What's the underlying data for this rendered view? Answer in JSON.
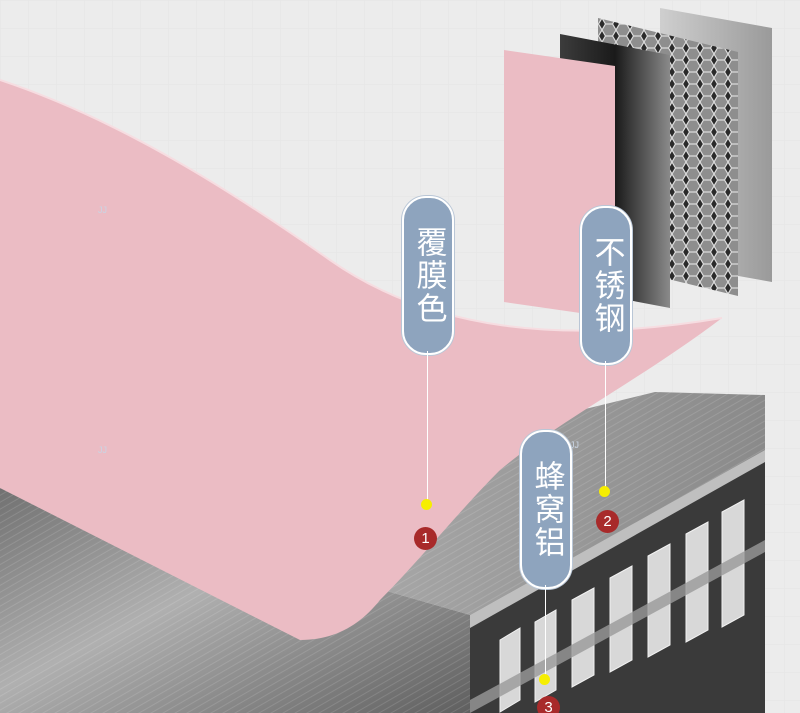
{
  "callouts": [
    {
      "label": "覆膜色",
      "number": "1"
    },
    {
      "label": "不锈钢",
      "number": "2"
    },
    {
      "label": "蜂窝铝",
      "number": "3"
    }
  ],
  "watermark": "JJ",
  "colors": {
    "film": "#ebbcc4",
    "callout_fill": "#8ea4be",
    "dot": "#f6ee00",
    "badge": "#a82a2a",
    "steel": "#8d8d8d",
    "background": "#ececec"
  }
}
